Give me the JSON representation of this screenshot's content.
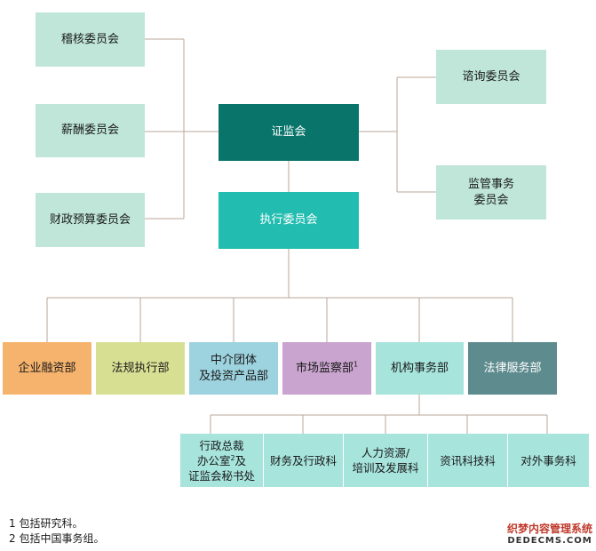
{
  "nodes": {
    "audit": "稽核委员会",
    "remuneration": "薪酬委员会",
    "budget": "财政预算委员会",
    "sfc": "证监会",
    "advisory": "谘询委员会",
    "supervisory_line1": "监管事务",
    "supervisory_line2": "委员会",
    "executive": "执行委员会",
    "corporate_finance": "企业融资部",
    "enforcement": "法规执行部",
    "intermediaries_line1": "中介团体",
    "intermediaries_line2": "及投资产品部",
    "market_surveillance": "市场监察部",
    "market_surveillance_sup": "1",
    "corporate_affairs": "机构事务部",
    "legal_services": "法律服务部",
    "gmo_line1": "行政总裁",
    "gmo_line2a": "办公室",
    "gmo_line2_sup": "2",
    "gmo_line2b": "及",
    "gmo_line3": "证监会秘书处",
    "finance_admin": "财务及行政科",
    "hr_line1": "人力资源/",
    "hr_line2": "培训及发展科",
    "it": "资讯科技科",
    "external_affairs": "对外事务科"
  },
  "notes": {
    "note1": "1 包括研究科。",
    "note2": "2 包括中国事务组。"
  },
  "watermark": {
    "cn": "织梦内容管理系统",
    "en": "DEDECMS.COM"
  },
  "colors": {
    "committee": "#bfe6d9",
    "sfc": "#08746a",
    "executive": "#22bdb0",
    "corporate_finance": "#f6b36d",
    "enforcement": "#d7df93",
    "intermediaries": "#9dd3df",
    "market_surveillance": "#c9a4ce",
    "corporate_affairs": "#a7e4dc",
    "legal_services": "#5e8b8e",
    "connector": "#b8a79a"
  }
}
